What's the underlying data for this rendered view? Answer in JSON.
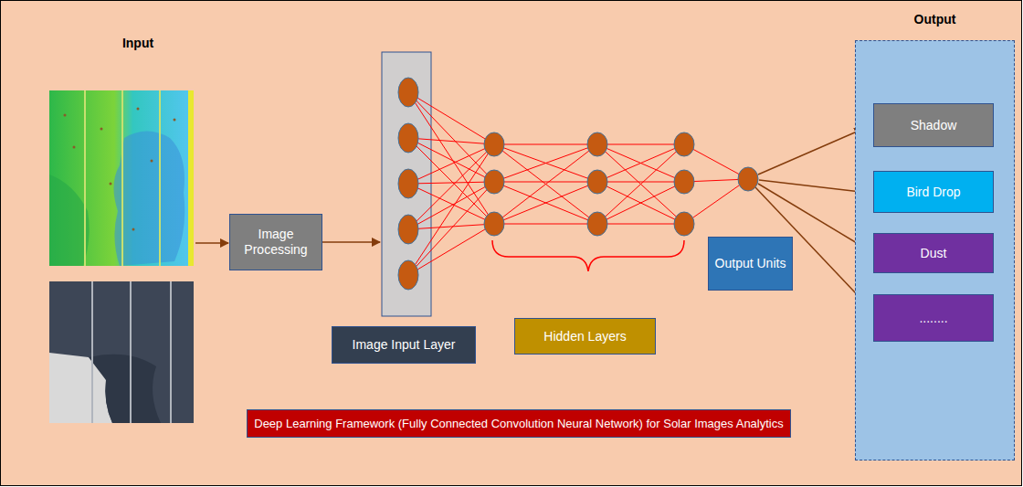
{
  "diagram": {
    "nodes": [
      {
        "text": [
          "Image Processing"
        ]
      },
      {
        "text": [
          "Image Input Layer"
        ]
      },
      {
        "text": [
          "Hidden Layers"
        ]
      },
      {
        "text": [
          "Output Units"
        ]
      },
      {
        "text": [
          "Output"
        ]
      },
      {
        "text": [
          "Shadow"
        ],
        "in": 4
      },
      {
        "text": [
          "Bird Drop"
        ],
        "in": 4
      },
      {
        "text": [
          "Dust"
        ],
        "in": 4
      },
      {
        "text": [
          "........"
        ],
        "in": 4
      },
      {
        "text": [
          "Deep Learning Framework (Fully Connected Convolution Neural Network) for Solar Images Analytics"
        ]
      }
    ],
    "labels": [
      "Input"
    ]
  }
}
